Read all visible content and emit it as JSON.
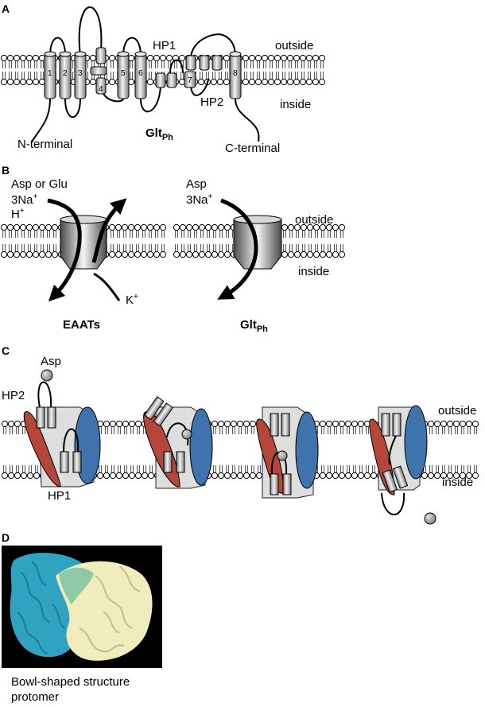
{
  "panel_a": {
    "letter": "A",
    "outside": "outside",
    "inside": "inside",
    "hp1": "HP1",
    "hp2": "HP2",
    "n_terminal": "N-terminal",
    "c_terminal": "C-terminal",
    "protein_base": "Glt",
    "protein_sub": "Ph",
    "helix_numbers": [
      "1",
      "2",
      "3",
      "4",
      "5",
      "6",
      "7",
      "8"
    ]
  },
  "panel_b": {
    "letter": "B",
    "eaat_substrates": [
      "Asp or Glu",
      "3Na",
      "H"
    ],
    "eaat_countertransport": "K",
    "eaat_label": "EAATs",
    "glt_substrates": [
      "Asp",
      "3Na"
    ],
    "outside": "outside",
    "inside": "inside",
    "glt_label_base": "Glt",
    "glt_label_sub": "Ph",
    "plus": "+"
  },
  "panel_c": {
    "letter": "C",
    "asp": "Asp",
    "hp2": "HP2",
    "hp1": "HP1",
    "outside": "outside",
    "inside": "inside",
    "colors": {
      "scaffold_red": "#b5473a",
      "scaffold_blue": "#3f73ad",
      "core_gray": "#dedede",
      "substrate": "#9a9a9a"
    }
  },
  "panel_d": {
    "letter": "D",
    "caption_line1": "Bowl-shaped structure",
    "caption_line2": "protomer",
    "colors": {
      "background": "#000000",
      "chain_cyan": "#2fa3bf",
      "chain_cream": "#f0ecbc"
    }
  }
}
